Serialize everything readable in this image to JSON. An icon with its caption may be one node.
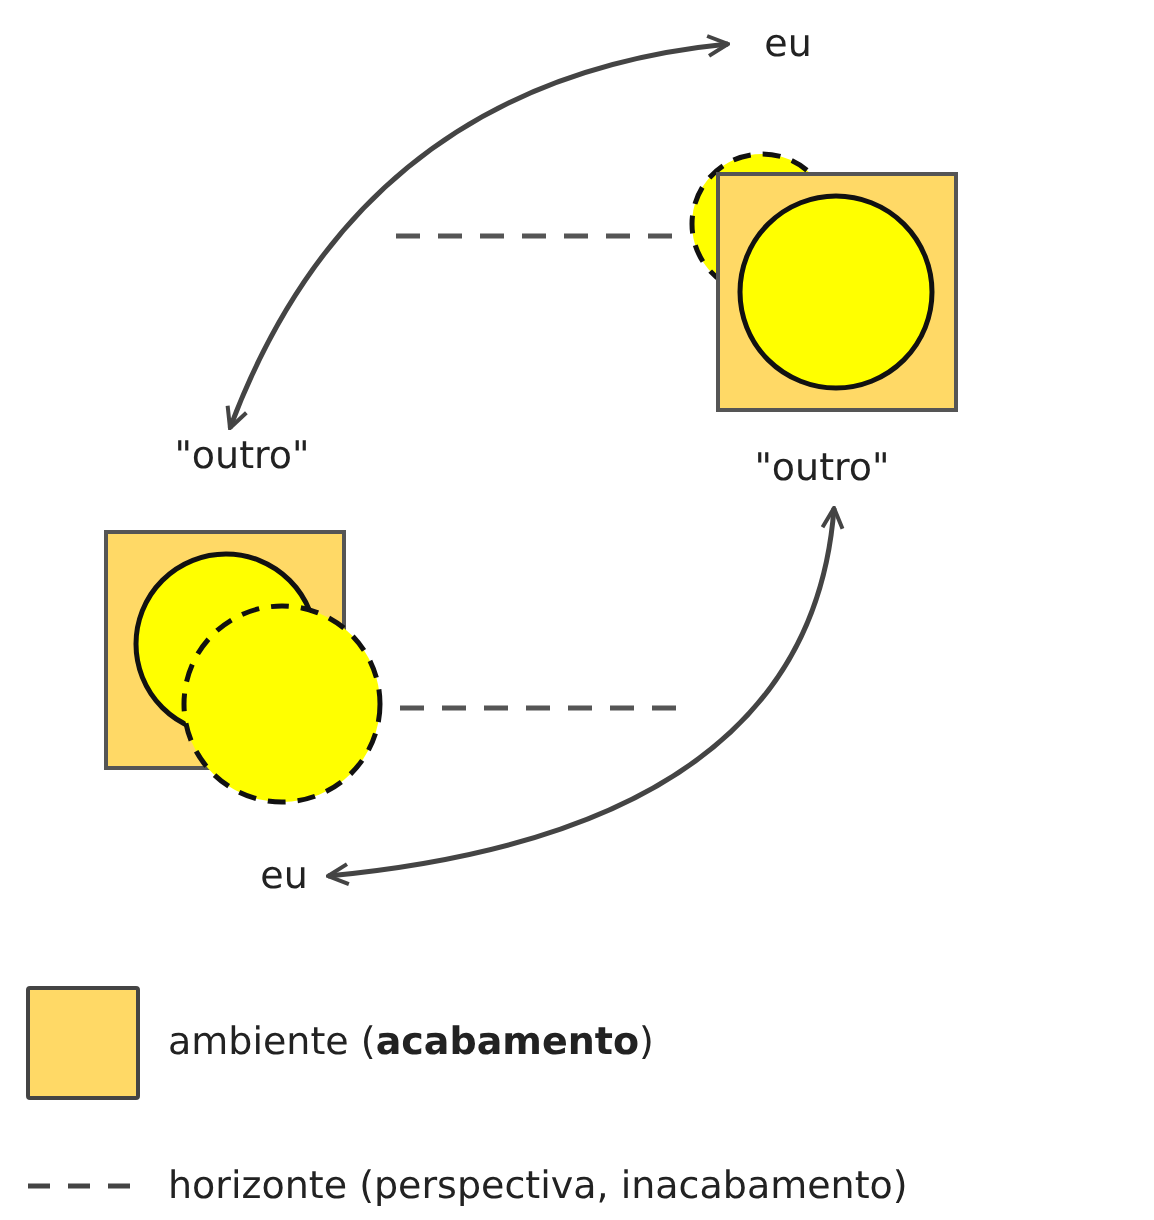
{
  "diagram": {
    "nodes": [
      {
        "text": [
          "eu"
        ]
      },
      {
        "text": [
          "\"outro\""
        ]
      },
      {
        "text": [
          "\"outro\""
        ]
      },
      {
        "text": [
          "eu"
        ]
      }
    ],
    "edges": [
      {
        "from": 0,
        "to": 2,
        "arrow": "both"
      },
      {
        "from": 1,
        "to": 3,
        "arrow": "both"
      }
    ],
    "legend": [
      {
        "text": "ambiente (**acabamento**)",
        "color": "#ffd966"
      },
      {
        "text": "horizonte (perspectiva, inacabamento)"
      }
    ]
  }
}
